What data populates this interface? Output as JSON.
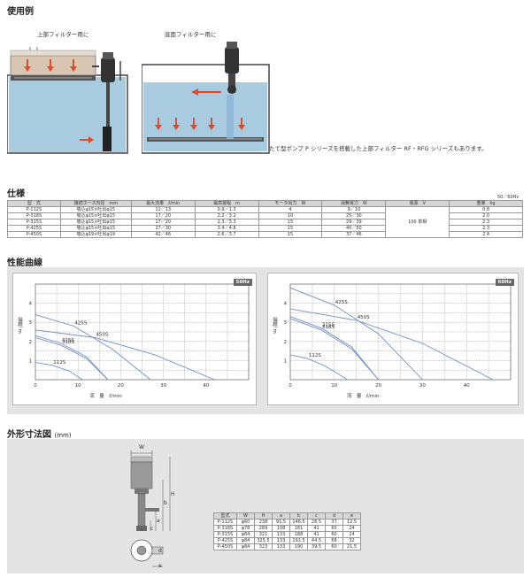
{
  "usage": {
    "title": "使用例",
    "left_label": "上部フィルター用に",
    "right_label": "底面フィルター用に",
    "note": "たて型ポンプ P シリーズを搭載した上部フィルター RF・RFG シリーズもあります。"
  },
  "spec": {
    "title": "仕様",
    "freq_note": "50／60Hz",
    "headers": [
      "型　式",
      "接続ホース内径　mm",
      "最大流量　ℓ/min",
      "最高揚程　m",
      "モータ出力　W",
      "消費電力　W",
      "電源　V",
      "重量　kg"
    ],
    "voltage": "100 単相",
    "rows": [
      [
        "P-112S",
        "吸込φ15×吐出φ15",
        "11／13",
        "0.9／1.3",
        "4",
        "9／10",
        "0.8"
      ],
      [
        "P-318S",
        "吸込φ15×吐出φ15",
        "17／20",
        "2.2／3.2",
        "10",
        "25／30",
        "2.0"
      ],
      [
        "P-315S",
        "吸込φ15×吐出φ15",
        "17／20",
        "2.3／3.3",
        "15",
        "29／39",
        "2.3"
      ],
      [
        "P-425S",
        "吸込φ15×吐出φ15",
        "27／30",
        "3.4／4.8",
        "15",
        "40／50",
        "2.3"
      ],
      [
        "P-450S",
        "吸込φ19×吐出φ19",
        "42／46",
        "2.6／3.7",
        "15",
        "37／46",
        "2.4"
      ]
    ]
  },
  "performance": {
    "title": "性能曲線"
  },
  "chart_data": [
    {
      "type": "line",
      "tag": "50Hz",
      "xlabel": "流　量　ℓ/min",
      "ylabel": "揚程 m",
      "xlim": [
        0,
        50
      ],
      "ylim": [
        0,
        5
      ],
      "x_ticks": [
        0,
        10,
        20,
        30,
        40
      ],
      "y_ticks": [
        1,
        2,
        3,
        4
      ],
      "grid": true,
      "series": [
        {
          "name": "112S",
          "x": [
            0,
            4,
            8,
            11
          ],
          "y": [
            0.9,
            0.75,
            0.45,
            0
          ]
        },
        {
          "name": "318S",
          "x": [
            0,
            6,
            12,
            17
          ],
          "y": [
            2.2,
            1.8,
            1.1,
            0
          ]
        },
        {
          "name": "315S",
          "x": [
            0,
            6,
            12,
            17
          ],
          "y": [
            2.3,
            1.9,
            1.2,
            0
          ]
        },
        {
          "name": "425S",
          "x": [
            0,
            9,
            18,
            27
          ],
          "y": [
            3.4,
            2.8,
            1.6,
            0
          ]
        },
        {
          "name": "450S",
          "x": [
            0,
            14,
            28,
            42
          ],
          "y": [
            2.6,
            2.2,
            1.3,
            0
          ]
        }
      ]
    },
    {
      "type": "line",
      "tag": "60Hz",
      "xlabel": "流　量　ℓ/min",
      "ylabel": "揚程 m",
      "xlim": [
        0,
        50
      ],
      "ylim": [
        0,
        5
      ],
      "x_ticks": [
        0,
        10,
        20,
        30,
        40
      ],
      "y_ticks": [
        1,
        2,
        3,
        4
      ],
      "grid": true,
      "series": [
        {
          "name": "112S",
          "x": [
            0,
            4,
            8,
            13
          ],
          "y": [
            1.3,
            1.1,
            0.7,
            0
          ]
        },
        {
          "name": "318S",
          "x": [
            0,
            7,
            14,
            20
          ],
          "y": [
            3.2,
            2.6,
            1.6,
            0
          ]
        },
        {
          "name": "315S",
          "x": [
            0,
            7,
            14,
            20
          ],
          "y": [
            3.3,
            2.7,
            1.7,
            0
          ]
        },
        {
          "name": "425S",
          "x": [
            0,
            10,
            20,
            30
          ],
          "y": [
            4.8,
            3.9,
            2.4,
            0
          ]
        },
        {
          "name": "450S",
          "x": [
            0,
            15,
            30,
            46
          ],
          "y": [
            3.7,
            3.1,
            1.9,
            0
          ]
        }
      ]
    }
  ],
  "dimensions": {
    "title": "外形寸法図",
    "unit": "(mm)",
    "labels": {
      "W": "W",
      "H": "H",
      "a": "a",
      "b": "b",
      "c": "c",
      "d": "d",
      "e": "e"
    },
    "headers": [
      "型式",
      "W",
      "H",
      "a",
      "b",
      "c",
      "d",
      "e"
    ],
    "rows": [
      [
        "P-112S",
        "φ60",
        "238",
        "91.5",
        "146.5",
        "28.5",
        "37",
        "12.5"
      ],
      [
        "P-318S",
        "φ78",
        "289",
        "108",
        "181",
        "41",
        "60",
        "24"
      ],
      [
        "P-315S",
        "φ84",
        "321",
        "133",
        "188",
        "41",
        "60",
        "24"
      ],
      [
        "P-425S",
        "φ84",
        "325.5",
        "133",
        "192.5",
        "44.5",
        "68",
        "32"
      ],
      [
        "P-450S",
        "φ84",
        "323",
        "133",
        "190",
        "39.5",
        "60",
        "21.5"
      ]
    ]
  },
  "colors": {
    "water": "#a9cbe0",
    "arrow": "#e04a2a",
    "curve": "#6f8fc6",
    "panel": "#e4e4e4"
  }
}
